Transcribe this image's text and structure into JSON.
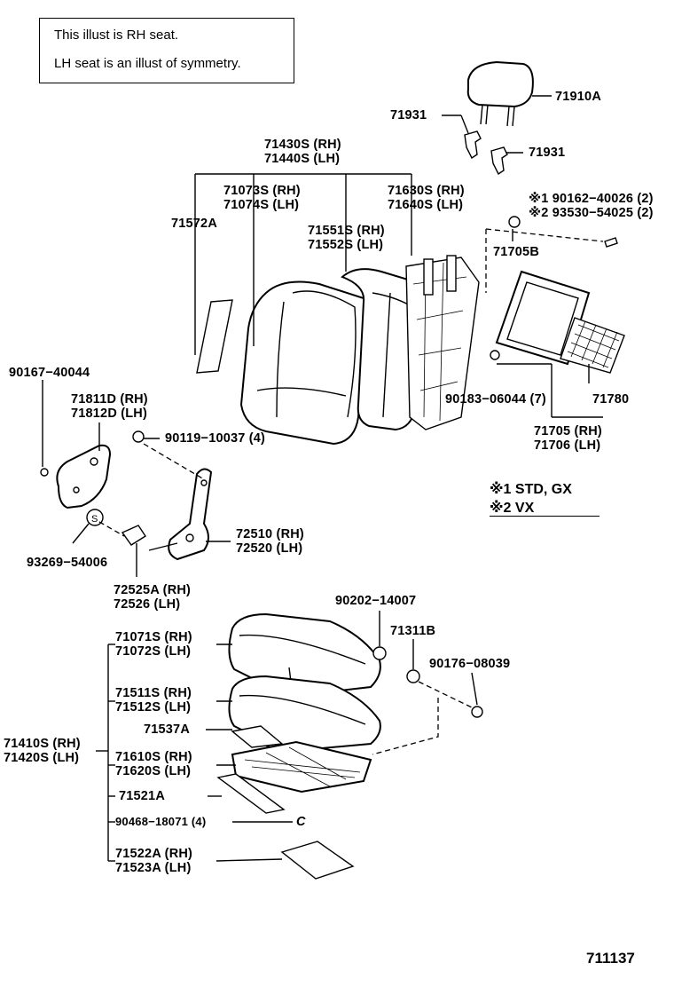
{
  "note": {
    "line1": "This illust is RH seat.",
    "line2": "LH seat is an illust of symmetry."
  },
  "parts": {
    "p71910A": "71910A",
    "p71931a": "71931",
    "p71931b": "71931",
    "p71430S": "71430S (RH)",
    "p71440S": "71440S (LH)",
    "p71073S": "71073S (RH)",
    "p71074S": "71074S (LH)",
    "p71630S": "71630S (RH)",
    "p71640S": "71640S (LH)",
    "p71572A": "71572A",
    "p71551S": "71551S (RH)",
    "p71552S": "71552S (LH)",
    "p90162": "※1 90162−40026 (2)",
    "p93530": "※2 93530−54025 (2)",
    "p71705B": "71705B",
    "p90167": "90167−40044",
    "p71811D": "71811D (RH)",
    "p71812D": "71812D (LH)",
    "p90119": "90119−10037 (4)",
    "p90183": "90183−06044 (7)",
    "p71780": "71780",
    "p71705": "71705 (RH)",
    "p71706": "71706 (LH)",
    "p72510": "72510 (RH)",
    "p72520": "72520 (LH)",
    "p93269": "93269−54006",
    "p72525A": "72525A (RH)",
    "p72526": "72526   (LH)",
    "p90202": "90202−14007",
    "p71311B": "71311B",
    "p90176": "90176−08039",
    "p71071S": "71071S (RH)",
    "p71072S": "71072S (LH)",
    "p71511S": "71511S (RH)",
    "p71512S": "71512S (LH)",
    "p71537A": "71537A",
    "p71410S": "71410S (RH)",
    "p71420S": "71420S (LH)",
    "p71610S": "71610S (RH)",
    "p71620S": "71620S (LH)",
    "p71521A": "71521A",
    "p90468": "90468−18071 (4)",
    "pC": "C",
    "p71522A": "71522A (RH)",
    "p71523A": "71523A (LH)"
  },
  "legend": {
    "line1": "※1 STD, GX",
    "line2": "※2 VX"
  },
  "illustration_code": "711137"
}
